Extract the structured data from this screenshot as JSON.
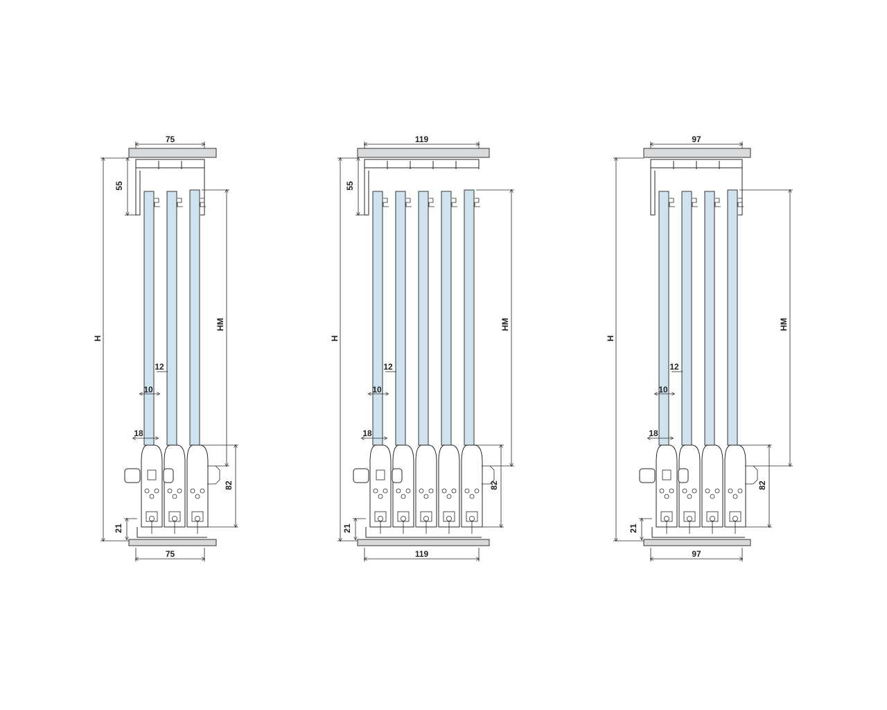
{
  "colors": {
    "glass": "#cfe3ef",
    "plate": "#d9dadb",
    "line": "#222222"
  },
  "diagrams": [
    {
      "panels": 3,
      "width_label": "75",
      "bottom_width_label": "75",
      "height_label": "H",
      "hm_label": "HM",
      "top_profile_label": "55",
      "fitting_height_label": "82",
      "bottom_profile_label": "21",
      "glass_offset_label": "12",
      "glass_thickness_label": "10",
      "fitting_width_label": "18"
    },
    {
      "panels": 5,
      "width_label": "119",
      "bottom_width_label": "119",
      "height_label": "H",
      "hm_label": "HM",
      "top_profile_label": "55",
      "fitting_height_label": "82",
      "bottom_profile_label": "21",
      "glass_offset_label": "12",
      "glass_thickness_label": "10",
      "fitting_width_label": "18"
    },
    {
      "panels": 4,
      "width_label": "97",
      "bottom_width_label": "97",
      "height_label": "H",
      "hm_label": "HM",
      "top_profile_label": "",
      "fitting_height_label": "82",
      "bottom_profile_label": "21",
      "glass_offset_label": "12",
      "glass_thickness_label": "10",
      "fitting_width_label": "18"
    }
  ]
}
